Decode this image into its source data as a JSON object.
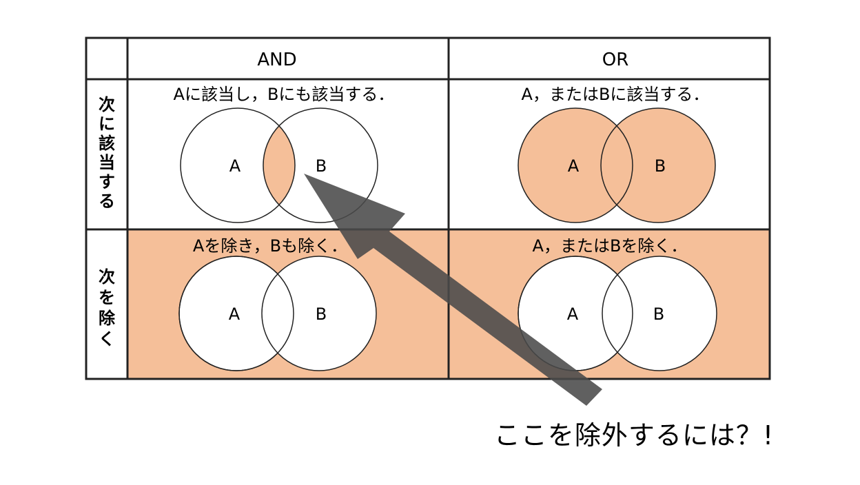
{
  "table": {
    "header": {
      "and": "AND",
      "or": "OR"
    },
    "rows": {
      "match": {
        "label_chars": [
          "次",
          "に",
          "該",
          "当",
          "す",
          "る"
        ]
      },
      "exclude": {
        "label_chars": [
          "次",
          "を",
          "除",
          "く"
        ]
      }
    }
  },
  "cells": {
    "and_match": {
      "caption": "Aに該当し，Bにも該当する．"
    },
    "or_match": {
      "caption": "A，またはBに該当する．"
    },
    "and_exclude": {
      "caption": "Aを除き，Bも除く．"
    },
    "or_exclude": {
      "caption": "A，またはBを除く．"
    }
  },
  "venn": {
    "set_a": "A",
    "set_b": "B"
  },
  "annotation": {
    "question": "ここを除外するには？!"
  },
  "colors": {
    "fill": "#f5bf99",
    "stroke": "#222222",
    "arrow": "#4a4a4a"
  }
}
